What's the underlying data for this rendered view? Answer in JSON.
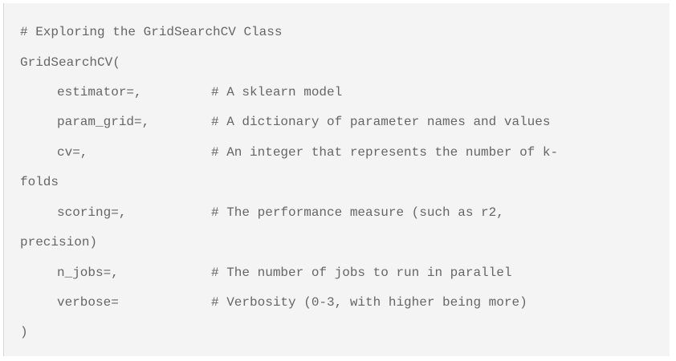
{
  "code": {
    "header_comment": "# Exploring the GridSearchCV Class",
    "call_open": "GridSearchCV(",
    "params": [
      {
        "name": "estimator=,",
        "comment": "# A sklearn model"
      },
      {
        "name": "param_grid=,",
        "comment": "# A dictionary of parameter names and values"
      },
      {
        "name": "cv=,",
        "comment": "# An integer that represents the number of k-",
        "wrap": "folds"
      },
      {
        "name": "scoring=,",
        "comment": "# The performance measure (such as r2,",
        "wrap": "precision)"
      },
      {
        "name": "n_jobs=,",
        "comment": "# The number of jobs to run in parallel"
      },
      {
        "name": "verbose=",
        "comment": "# Verbosity (0-3, with higher being more)"
      }
    ],
    "call_close": ")"
  }
}
